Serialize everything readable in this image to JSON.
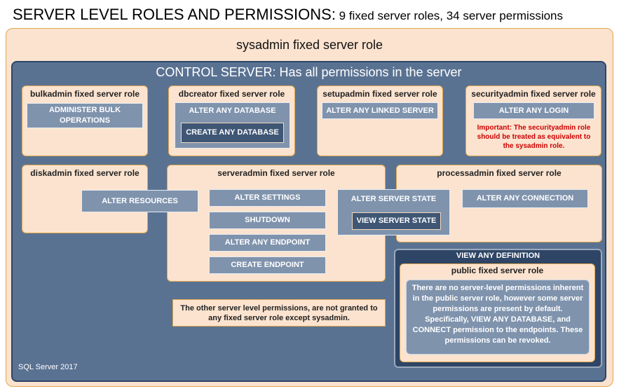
{
  "title": {
    "main": "SERVER LEVEL ROLES AND PERMISSIONS:",
    "sub": " 9 fixed server roles, 34 server permissions"
  },
  "sysadmin": {
    "label": "sysadmin fixed server role"
  },
  "control": {
    "label": "CONTROL SERVER: Has all permissions in the server"
  },
  "roles": {
    "bulkadmin": {
      "title": "bulkadmin fixed server role",
      "perms": [
        "ADMINISTER BULK OPERATIONS"
      ]
    },
    "dbcreator": {
      "title": "dbcreator fixed server role",
      "perms": [
        "ALTER ANY DATABASE",
        "CREATE ANY DATABASE"
      ]
    },
    "setupadmin": {
      "title": "setupadmin fixed server role",
      "perms": [
        "ALTER ANY LINKED SERVER"
      ]
    },
    "securityadmin": {
      "title": "securityadmin fixed server role",
      "perms": [
        "ALTER ANY LOGIN"
      ],
      "note": "Important: The securityadmin role should be treated as equivalent to the sysadmin role."
    },
    "diskadmin": {
      "title": "diskadmin fixed server role",
      "perms": [
        "ALTER RESOURCES"
      ]
    },
    "serveradmin": {
      "title": "serveradmin fixed server role",
      "perms": [
        "ALTER SETTINGS",
        "SHUTDOWN",
        "ALTER ANY ENDPOINT",
        "CREATE ENDPOINT",
        "ALTER SERVER STATE",
        "VIEW SERVER STATE"
      ]
    },
    "processadmin": {
      "title": "processadmin fixed server role",
      "perms": [
        "ALTER ANY CONNECTION"
      ]
    }
  },
  "other_note": "The other server level permissions, are not granted to any fixed server role except sysadmin.",
  "view_any_definition": {
    "label": "VIEW ANY DEFINITION",
    "public_title": "public fixed server role",
    "public_desc": "There are no server-level permissions inherent in the public server role, however some server permissions are present by default. Specifically, VIEW ANY DATABASE, and CONNECT permission to the endpoints. These permissions can be revoked."
  },
  "footer": "SQL Server 2017",
  "colors": {
    "outer_fill": "#fbe3cf",
    "outer_border": "#e0a64a",
    "control_fill": "#5a7292",
    "perm_fill": "#7f93ad",
    "perm_dark": "#3f5675",
    "note_red": "#cc0000"
  }
}
